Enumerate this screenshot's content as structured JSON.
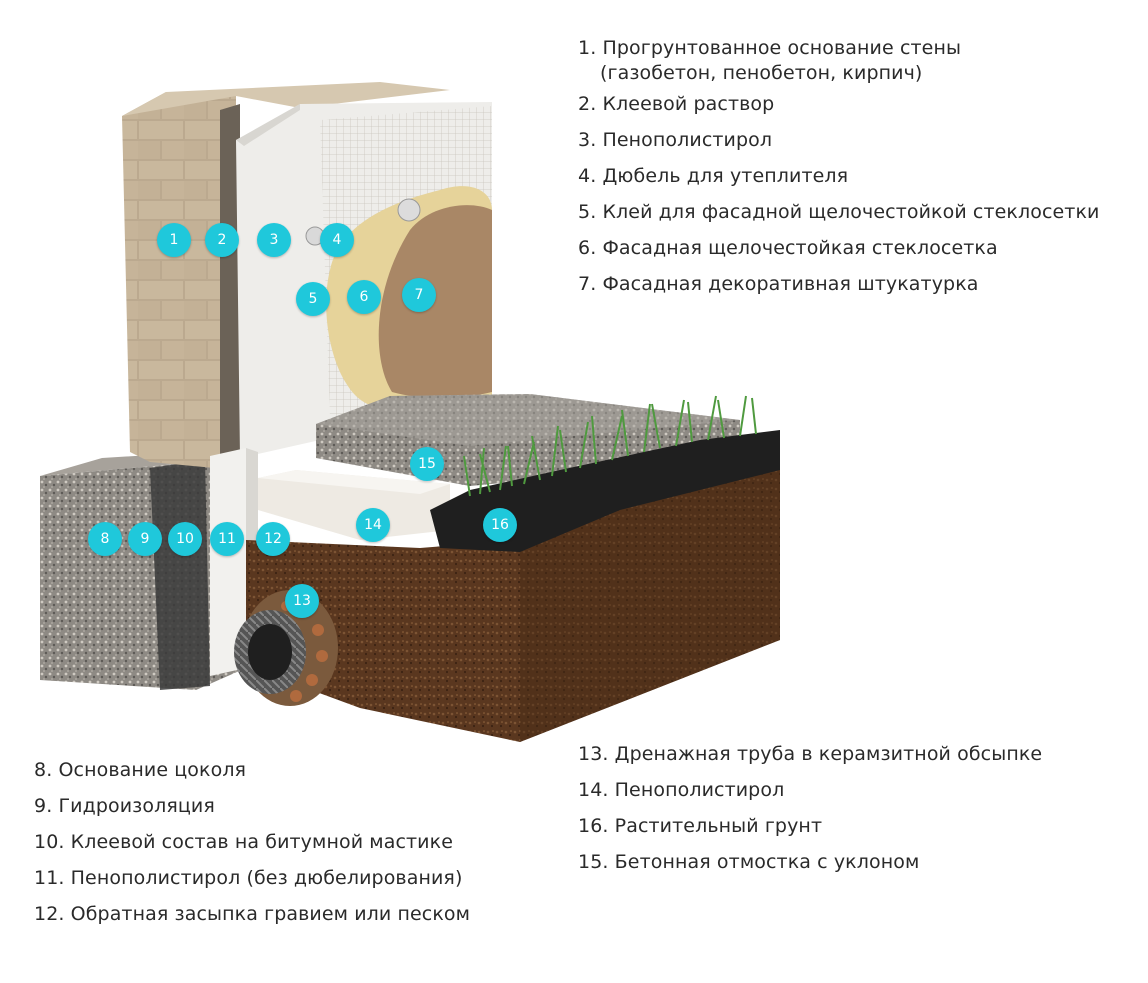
{
  "colors": {
    "marker": "#1fc8db",
    "text": "#2a2a2a",
    "brick": "#b8a88e",
    "foam": "#efeeec",
    "mesh": "#e3cf94",
    "plaster": "#a9896a",
    "soil": "#5e3a22",
    "concrete": "#9c9a98",
    "grass": "#5aa34a"
  },
  "markers": [
    "1",
    "2",
    "3",
    "4",
    "5",
    "6",
    "7",
    "8",
    "9",
    "10",
    "11",
    "12",
    "13",
    "14",
    "15",
    "16"
  ],
  "legend_top": {
    "item1_line1": "1. Прогрунтованное основание стены",
    "item1_line2": "(газобетон, пенобетон, кирпич)",
    "item2": "2. Клеевой раствор",
    "item3": "3. Пенополистирол",
    "item4": "4. Дюбель для утеплителя",
    "item5": "5. Клей для фасадной щелочестойкой стеклосетки",
    "item6": "6. Фасадная щелочестойкая стеклосетка",
    "item7": "7. Фасадная декоративная штукатурка"
  },
  "legend_bottom_left": [
    "8.   Основание цоколя",
    "9.   Гидроизоляция",
    "10. Клеевой состав на битумной мастике",
    "11. Пенополистирол (без дюбелирования)",
    "12. Обратная засыпка гравием или песком"
  ],
  "legend_bottom_right": [
    "13. Дренажная труба в керамзитной обсыпке",
    "14. Пенополистирол",
    "16. Растительный грунт",
    "15. Бетонная отмостка с уклоном"
  ]
}
